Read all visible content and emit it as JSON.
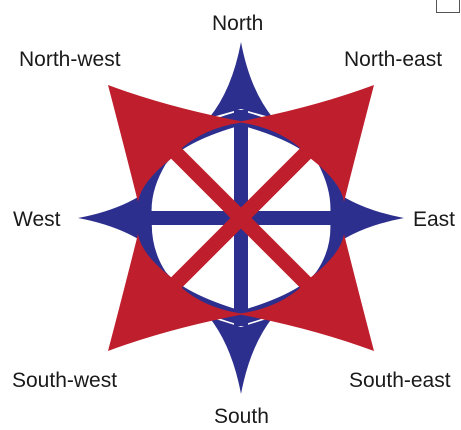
{
  "directions": {
    "north": "North",
    "north_east": "North-east",
    "east": "East",
    "south_east": "South-east",
    "south": "South",
    "south_west": "South-west",
    "west": "West",
    "north_west": "North-west"
  },
  "colors": {
    "cardinal": "#2d2f8e",
    "intercardinal": "#bf1e2d",
    "background": "#ffffff",
    "text": "#1a1a1a"
  }
}
